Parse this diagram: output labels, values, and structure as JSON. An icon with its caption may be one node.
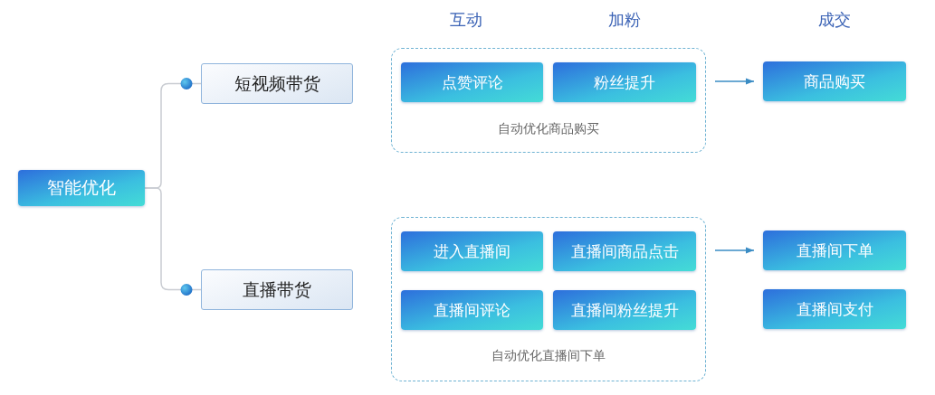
{
  "diagram": {
    "nodes": [
      {
        "text": [
          "智能优化"
        ]
      },
      {
        "text": [
          "短视频带货"
        ]
      },
      {
        "text": [
          "直播带货"
        ]
      },
      {
        "text": [
          "自动优化商品购买"
        ]
      },
      {
        "text": [
          "点赞评论"
        ],
        "in": 3
      },
      {
        "text": [
          "粉丝提升"
        ],
        "in": 3
      },
      {
        "text": [
          "商品购买"
        ]
      },
      {
        "text": [
          "自动优化直播间下单"
        ]
      },
      {
        "text": [
          "进入直播间"
        ],
        "in": 7
      },
      {
        "text": [
          "直播间商品点击"
        ],
        "in": 7
      },
      {
        "text": [
          "直播间评论"
        ],
        "in": 7
      },
      {
        "text": [
          "直播间粉丝提升"
        ],
        "in": 7
      },
      {
        "text": [
          "直播间下单"
        ]
      },
      {
        "text": [
          "直播间支付"
        ]
      }
    ],
    "edges": [
      {
        "from": 0,
        "to": 1,
        "arrow": "other"
      },
      {
        "from": 0,
        "to": 2,
        "arrow": "other"
      },
      {
        "from": 3,
        "to": 6,
        "arrow": "to",
        "color": "#3a8cc4"
      },
      {
        "from": 7,
        "to": 12,
        "arrow": "to",
        "color": "#3a8cc4"
      }
    ],
    "labels": [
      "互动",
      "加粉",
      "成交"
    ]
  }
}
